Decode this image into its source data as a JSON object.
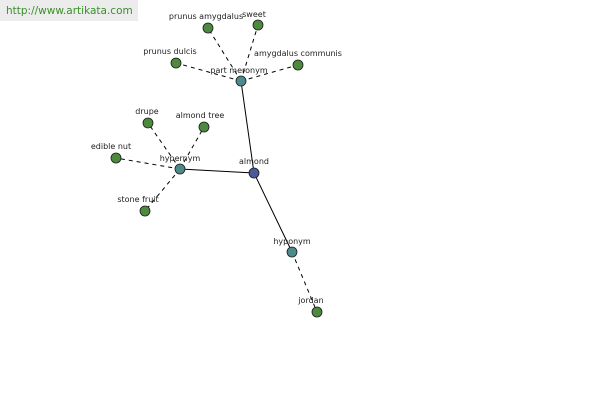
{
  "site": {
    "url_text": "http://www.artikata.com"
  },
  "colors": {
    "root": "#4a5a9a",
    "relation": "#4f8a8a",
    "leaf": "#4e8a3e",
    "link": "#3a8f2a",
    "url_bar_bg": "#ececec"
  },
  "graph": {
    "root": {
      "id": "almond",
      "label": "almond"
    },
    "relations": [
      {
        "id": "part-meronym",
        "label": "part meronym"
      },
      {
        "id": "hypernym",
        "label": "hypernym"
      },
      {
        "id": "hyponym",
        "label": "hyponym"
      }
    ],
    "leaves": [
      {
        "id": "prunus-amygdalus",
        "label": "prunus amygdalus",
        "relation": "part-meronym"
      },
      {
        "id": "sweet",
        "label": "sweet",
        "relation": "part-meronym"
      },
      {
        "id": "prunus-dulcis",
        "label": "prunus dulcis",
        "relation": "part-meronym"
      },
      {
        "id": "amygdalus-communis",
        "label": "amygdalus communis",
        "relation": "part-meronym"
      },
      {
        "id": "drupe",
        "label": "drupe",
        "relation": "hypernym"
      },
      {
        "id": "almond-tree",
        "label": "almond tree",
        "relation": "hypernym"
      },
      {
        "id": "edible-nut",
        "label": "edible nut",
        "relation": "hypernym"
      },
      {
        "id": "stone-fruit",
        "label": "stone fruit",
        "relation": "hypernym"
      },
      {
        "id": "jordan",
        "label": "jordan",
        "relation": "hyponym"
      }
    ]
  }
}
